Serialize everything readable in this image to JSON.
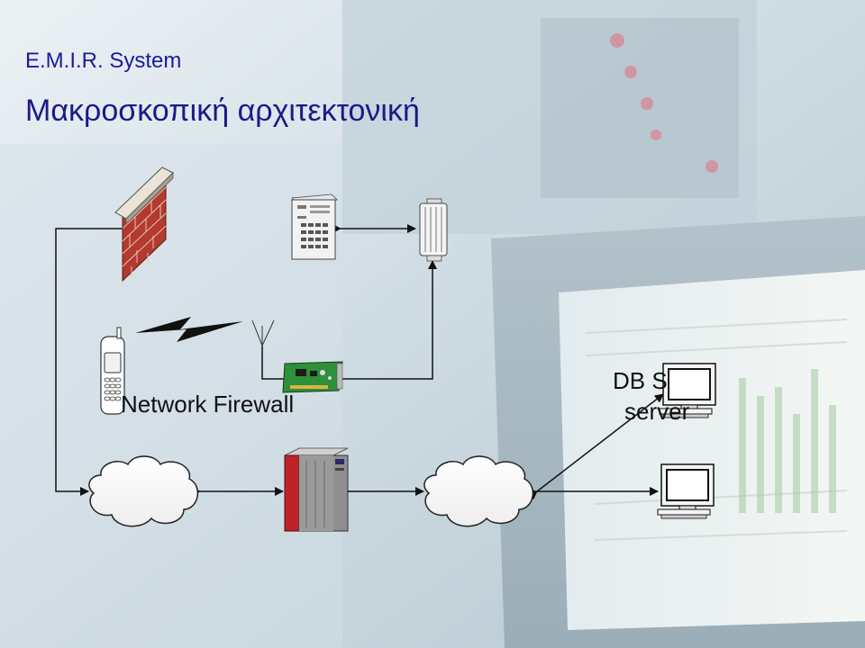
{
  "slide": {
    "system_title": "E.M.I.R. System",
    "main_title": "Μακροσκοπική αρχιτεκτονική"
  },
  "diagram": {
    "firewall_label": "Network Firewall",
    "db_label_line1": "DB S",
    "db_label_line2": "server"
  },
  "colors": {
    "title_blue": "#1a1aa0",
    "brick_red": "#b23a2e",
    "server_red": "#c0222a",
    "pcb_green": "#2f8f3a"
  },
  "icons": [
    "brick-firewall-icon",
    "tower-server-icon",
    "router-icon",
    "mobile-phone-icon",
    "lightning-bolt-icon",
    "antenna-icon",
    "network-card-icon",
    "cloud-icon",
    "mainframe-server-icon",
    "workstation-icon"
  ]
}
